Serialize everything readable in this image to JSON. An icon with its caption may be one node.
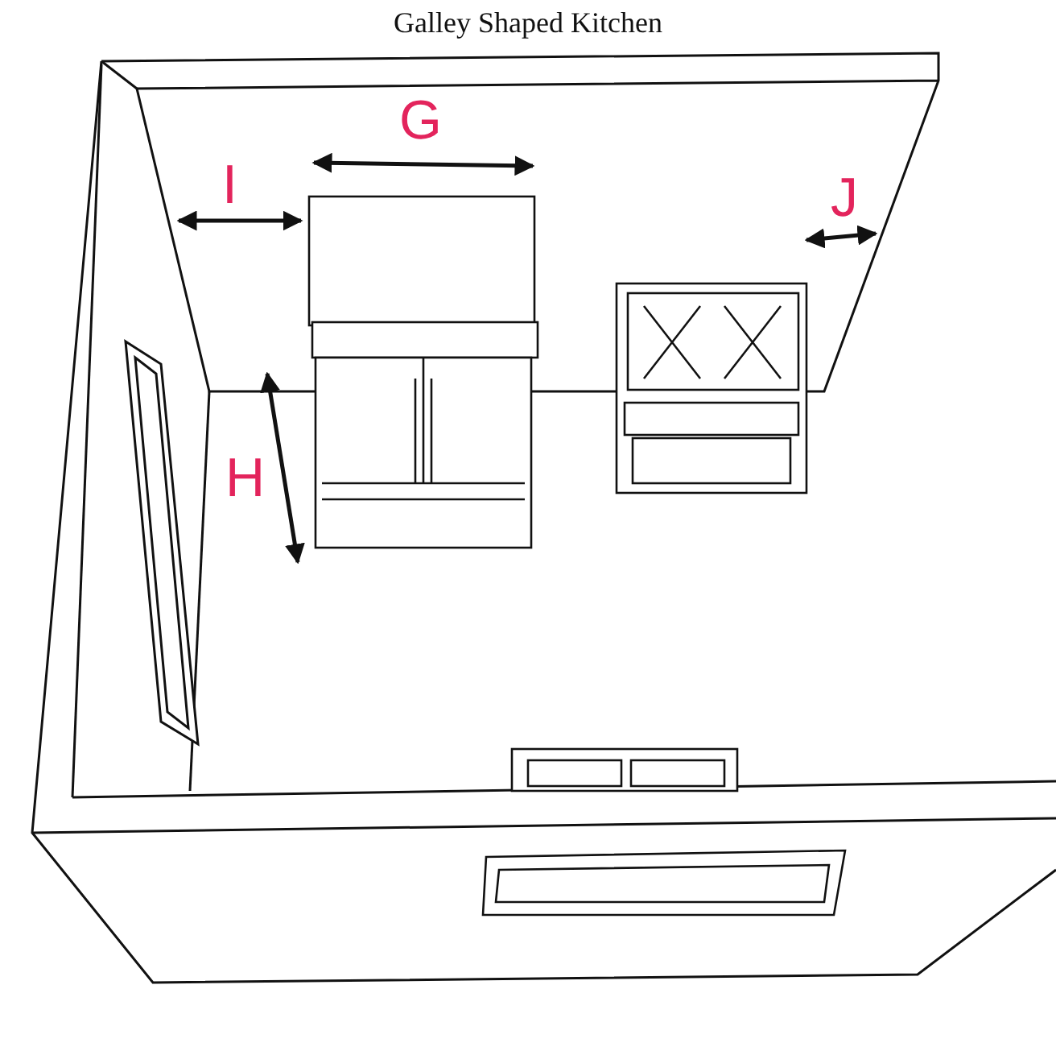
{
  "diagram": {
    "title": "Galley Shaped Kitchen",
    "labels": [
      "G",
      "I",
      "J",
      "H"
    ]
  }
}
